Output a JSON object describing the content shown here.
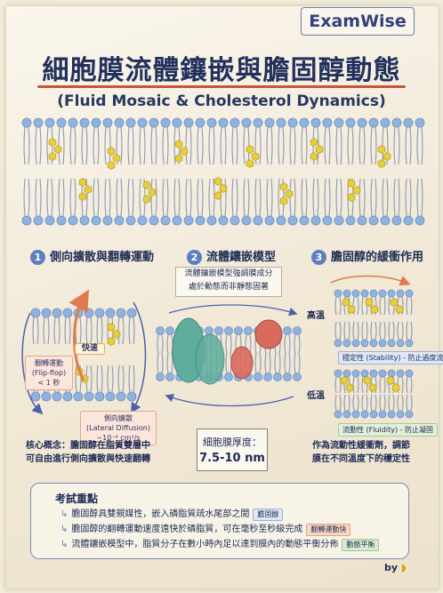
{
  "brand": "ExamWise",
  "title": "細胞膜流體鑲嵌與膽固醇動態",
  "subtitle": "(Fluid Mosaic & Cholesterol Dynamics)",
  "sections": [
    {
      "number": "1",
      "title": "側向擴散與翻轉運動"
    },
    {
      "number": "2",
      "title": "流體鑲嵌模型"
    },
    {
      "number": "3",
      "title": "膽固醇的緩衝作用"
    }
  ],
  "panel1": {
    "flipflop_label": "翻轉運動\n(Flip-flop)\n< 1 秒",
    "fast_label": "快速",
    "lateral_label": "側向擴散\n(Lateral Diffusion)\n~10⁻⁸ cm²/s",
    "core_concept": "核心概念：膽固醇在脂質雙層中\n可自由進行側向擴散與快速翻轉"
  },
  "panel2": {
    "emphasis": "流體鑲嵌模型強調膜成分\n處於動態而非靜態固著",
    "thickness_label": "細胞膜厚度：",
    "thickness_value": "7.5-10 nm"
  },
  "panel3": {
    "high_temp": "高溫",
    "stability_tag": "穩定性 (Stability) - 防止過度流動",
    "low_temp": "低溫",
    "fluidity_tag": "流動性 (Fluidity) - 防止凝固",
    "core_concept": "作為流動性緩衝劑，調節\n膜在不同溫度下的穩定性"
  },
  "exam": {
    "title": "考試重點",
    "items": [
      {
        "text": "膽固醇具雙親媒性，嵌入磷脂質疏水尾部之間",
        "badge": "膽固醇"
      },
      {
        "text": "膽固醇的翻轉運動速度遠快於磷脂質，可在毫秒至秒級完成",
        "badge": "翻轉運動快"
      },
      {
        "text": "流體鑲嵌模型中，脂質分子在數小時內足以達到膜內的動態平衡分佈",
        "badge": "動態平衡"
      }
    ]
  },
  "footer": {
    "by": "by"
  },
  "colors": {
    "head_blue": "#8fb3de",
    "tail_gray": "#8a98b8",
    "cholesterol_yellow": "#e6cf3e",
    "accent_red": "#c9543b",
    "protein_teal": "#5fae9d",
    "protein_red": "#d96a5e",
    "badge_blue": "#dfe7f6",
    "badge_orange": "#f7d7c4",
    "badge_green": "#d7ebcf"
  }
}
